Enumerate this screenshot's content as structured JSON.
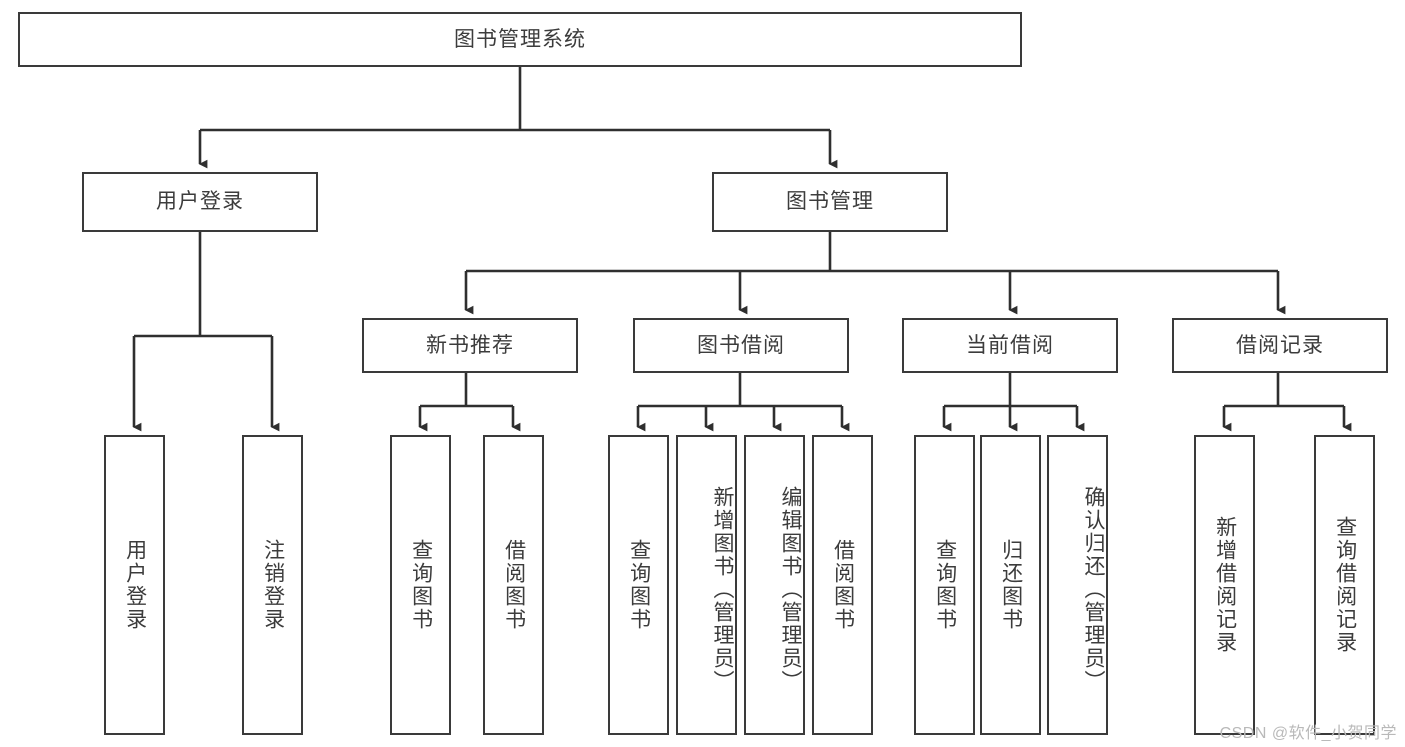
{
  "diagram": {
    "title": "图书管理系统",
    "type": "tree-structure-chart",
    "watermark": "CSDN @软件_小贺同学",
    "colors": {
      "border": "#3a3a3a",
      "text": "#3c3c3c",
      "background": "#ffffff",
      "edge": "#2f2f2f",
      "watermark": "#b9b9b9"
    },
    "nodes": {
      "root": {
        "label": "图书管理系统"
      },
      "level1": [
        {
          "id": "user-login",
          "label": "用户登录"
        },
        {
          "id": "book-manage",
          "label": "图书管理"
        }
      ],
      "level2": [
        {
          "id": "new-book-recommend",
          "label": "新书推荐"
        },
        {
          "id": "book-borrow",
          "label": "图书借阅"
        },
        {
          "id": "current-borrow",
          "label": "当前借阅"
        },
        {
          "id": "borrow-record",
          "label": "借阅记录"
        }
      ],
      "leaves": {
        "user_login": [
          {
            "id": "leaf-user-login",
            "label": "用户登录"
          },
          {
            "id": "leaf-logout-login",
            "label": "注销登录"
          }
        ],
        "new_book_recommend": [
          {
            "id": "leaf-query-book-1",
            "label": "查询图书"
          },
          {
            "id": "leaf-borrow-book-1",
            "label": "借阅图书"
          }
        ],
        "book_borrow": [
          {
            "id": "leaf-query-book-2",
            "label": "查询图书"
          },
          {
            "id": "leaf-add-book",
            "label": "新增图书（管理员）"
          },
          {
            "id": "leaf-edit-book",
            "label": "编辑图书（管理员）"
          },
          {
            "id": "leaf-borrow-book-2",
            "label": "借阅图书"
          }
        ],
        "current_borrow": [
          {
            "id": "leaf-query-book-3",
            "label": "查询图书"
          },
          {
            "id": "leaf-return-book",
            "label": "归还图书"
          },
          {
            "id": "leaf-confirm-return",
            "label": "确认归还（管理员）"
          }
        ],
        "borrow_record": [
          {
            "id": "leaf-add-record",
            "label": "新增借阅记录"
          },
          {
            "id": "leaf-query-record",
            "label": "查询借阅记录"
          }
        ]
      }
    }
  }
}
